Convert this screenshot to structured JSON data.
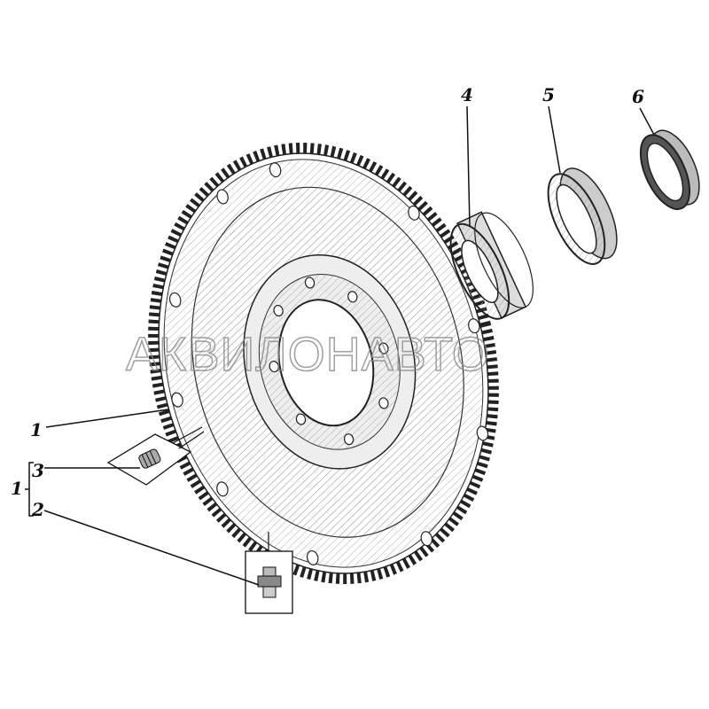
{
  "diagram": {
    "watermark": "АКВИЛОНАВТО",
    "callouts": [
      {
        "id": "1",
        "part": "flywheel-ring-gear"
      },
      {
        "id": "3",
        "part": "plug"
      },
      {
        "id": "1",
        "part": "assembly-bracket"
      },
      {
        "id": "2",
        "part": "grease-fitting"
      },
      {
        "id": "4",
        "part": "bearing"
      },
      {
        "id": "5",
        "part": "bearing-retainer"
      },
      {
        "id": "6",
        "part": "seal"
      }
    ]
  }
}
